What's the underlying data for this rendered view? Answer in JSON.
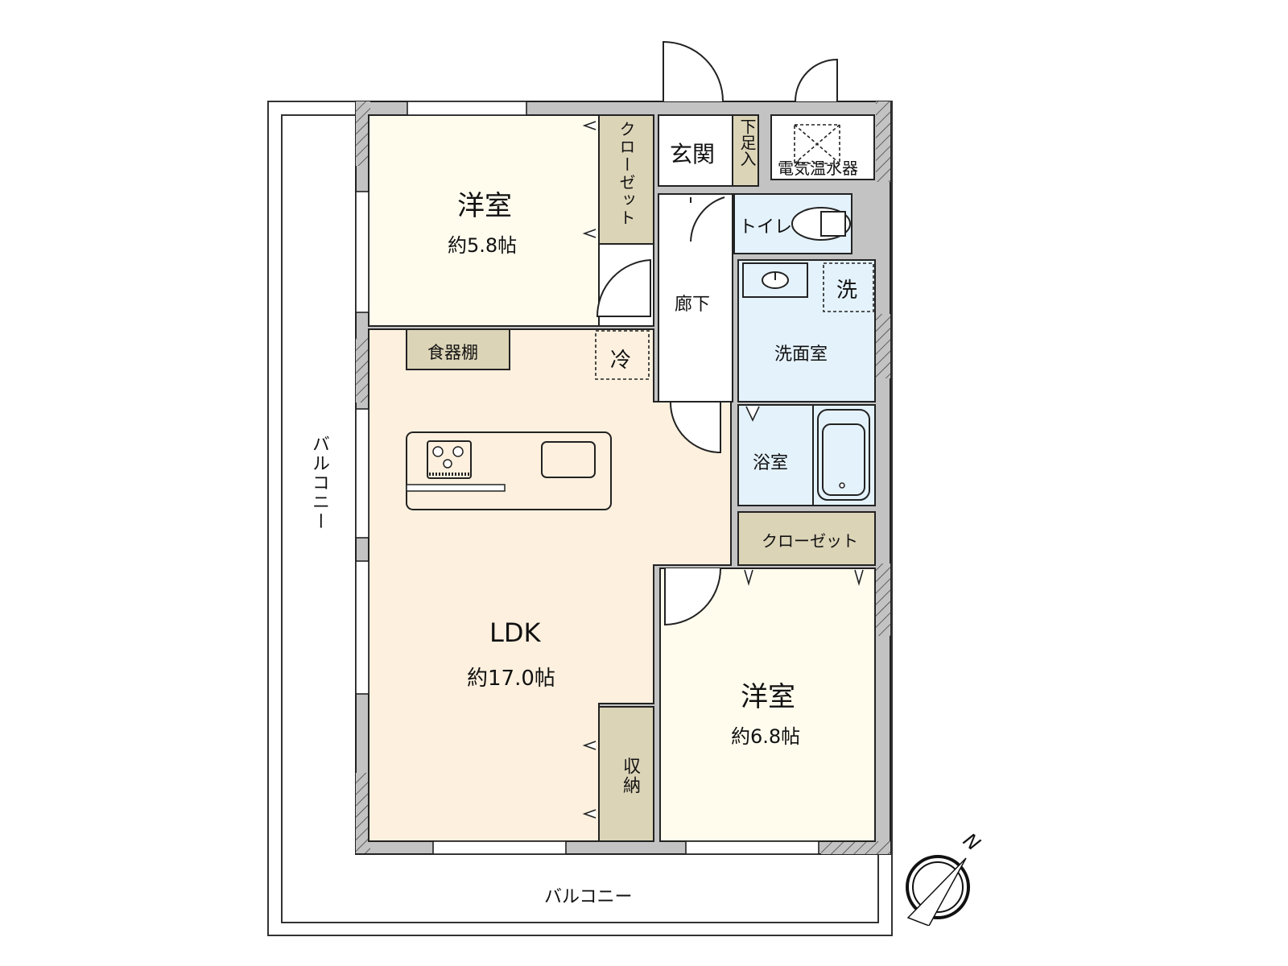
{
  "colors": {
    "wall": "#c3c3c3",
    "wall_line": "#222222",
    "western_room": "#fffcee",
    "ldk": "#fdf0de",
    "wet_area": "#e4f2fc",
    "storage": "#dcd4b7",
    "corridor": "#ffffff"
  },
  "rooms": {
    "western_room_1": {
      "name": "洋室",
      "area": "約5.8帖"
    },
    "western_room_2": {
      "name": "洋室",
      "area": "約6.8帖"
    },
    "ldk": {
      "name": "LDK",
      "area": "約17.0帖"
    },
    "entrance": {
      "name": "玄関"
    },
    "shoe_closet": {
      "name": "下足入"
    },
    "water_heater": {
      "name": "電気温水器"
    },
    "toilet": {
      "name": "トイレ"
    },
    "corridor": {
      "name": "廊下"
    },
    "washroom": {
      "name": "洗面室"
    },
    "washer": {
      "name": "洗"
    },
    "bathroom": {
      "name": "浴室"
    },
    "closet_1": {
      "name": "クローゼット"
    },
    "closet_2": {
      "name": "クローゼット"
    },
    "storage": {
      "name": "収納"
    },
    "cupboard": {
      "name": "食器棚"
    },
    "fridge": {
      "name": "冷"
    }
  },
  "balcony": {
    "west_label": "バルコニー",
    "south_label": "バルコニー"
  },
  "compass": {
    "label": "N",
    "icon": "compass-icon"
  }
}
